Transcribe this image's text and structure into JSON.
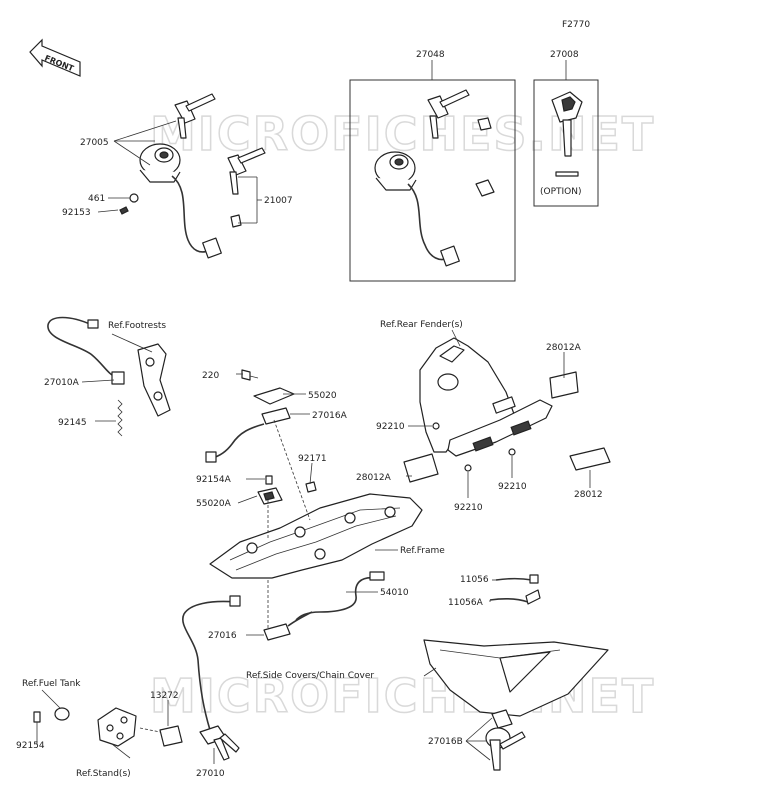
{
  "figure_code": "F2770",
  "front_label": "FRONT",
  "watermark": "MICROFICHES.NET",
  "option_label": "(OPTION)",
  "labels": {
    "p27048": "27048",
    "p27008": "27008",
    "p27005": "27005",
    "p461": "461",
    "p92153": "92153",
    "p21007": "21007",
    "ref_footrests": "Ref.Footrests",
    "p27010A": "27010A",
    "p92145": "92145",
    "ref_rear_fender": "Ref.Rear Fender(s)",
    "p28012A_top": "28012A",
    "p220": "220",
    "p55020": "55020",
    "p27016A": "27016A",
    "p92210_left": "92210",
    "p92154A": "92154A",
    "p92171": "92171",
    "p28012A_left": "28012A",
    "p92210_bottom": "92210",
    "p92210_mid": "92210",
    "p28012": "28012",
    "p55020A": "55020A",
    "ref_frame": "Ref.Frame",
    "p11056": "11056",
    "p54010": "54010",
    "p11056A": "11056A",
    "p27016": "27016",
    "ref_side_covers": "Ref.Side Covers/Chain Cover",
    "ref_fuel_tank": "Ref.Fuel Tank",
    "p13272": "13272",
    "p92154": "92154",
    "ref_stand": "Ref.Stand(s)",
    "p27010": "27010",
    "p27016B": "27016B"
  }
}
